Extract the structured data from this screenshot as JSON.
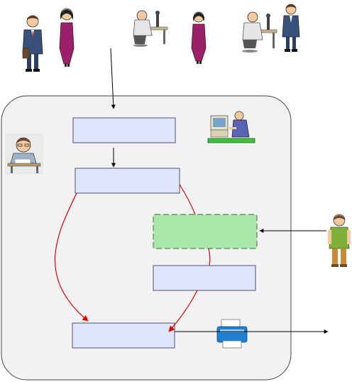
{
  "colors": {
    "container_fill": "#f2f2f2",
    "container_stroke": "#444444",
    "box_fill": "#dfe5fb",
    "box_stroke": "#4a5270",
    "highlight_fill": "#a9e8a9",
    "highlight_stroke": "#3c6e3c",
    "arrow_black": "#000000",
    "arrow_red": "#e00000"
  },
  "nodes": [
    {
      "id": "box-1",
      "label": "",
      "style": "normal"
    },
    {
      "id": "box-2",
      "label": "",
      "style": "normal"
    },
    {
      "id": "box-3",
      "label": "",
      "style": "dashed-highlight"
    },
    {
      "id": "box-4",
      "label": "",
      "style": "normal"
    },
    {
      "id": "box-5",
      "label": "",
      "style": "normal"
    }
  ],
  "icons": [
    "businessman-icon",
    "businesswoman-icon",
    "scientist-at-microscope-icon",
    "businesswoman-icon",
    "scientist-at-microscope-icon",
    "businessman-icon",
    "computer-worker-icon",
    "writer-at-desk-icon",
    "casual-user-icon",
    "printer-icon"
  ]
}
